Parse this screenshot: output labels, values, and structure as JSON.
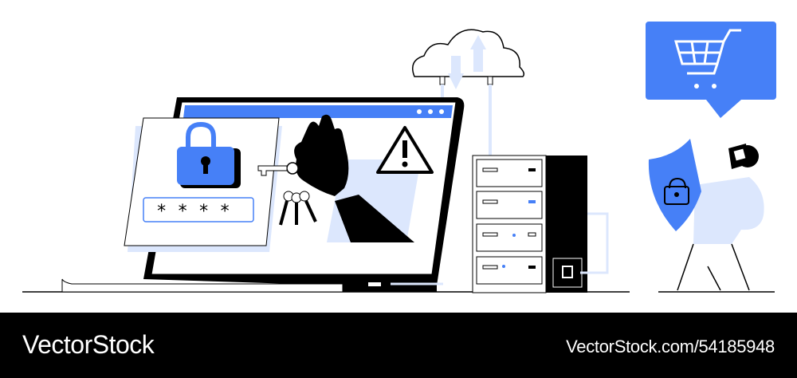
{
  "illustration": {
    "theme": "cyber security / stolen credentials",
    "colors": {
      "accent": "#4680F7",
      "light": "#DCE7FD",
      "ink": "#000000",
      "bg": "#FFFFFF"
    },
    "laptop": {
      "window_dots": 3,
      "password_field": {
        "value": "* * * *"
      },
      "icons": [
        "padlock-icon",
        "warning-icon",
        "hand-with-keys-icon"
      ]
    },
    "cloud": {
      "arrows": [
        "down-arrow-icon",
        "up-arrow-icon"
      ]
    },
    "server": {
      "units": 4
    },
    "speech_bubble": {
      "icon": "shopping-cart-icon"
    },
    "person": {
      "holding": "shield-with-lock-icon"
    }
  },
  "footer": {
    "brand": "VectorStock",
    "url": "VectorStock.com/54185948"
  }
}
